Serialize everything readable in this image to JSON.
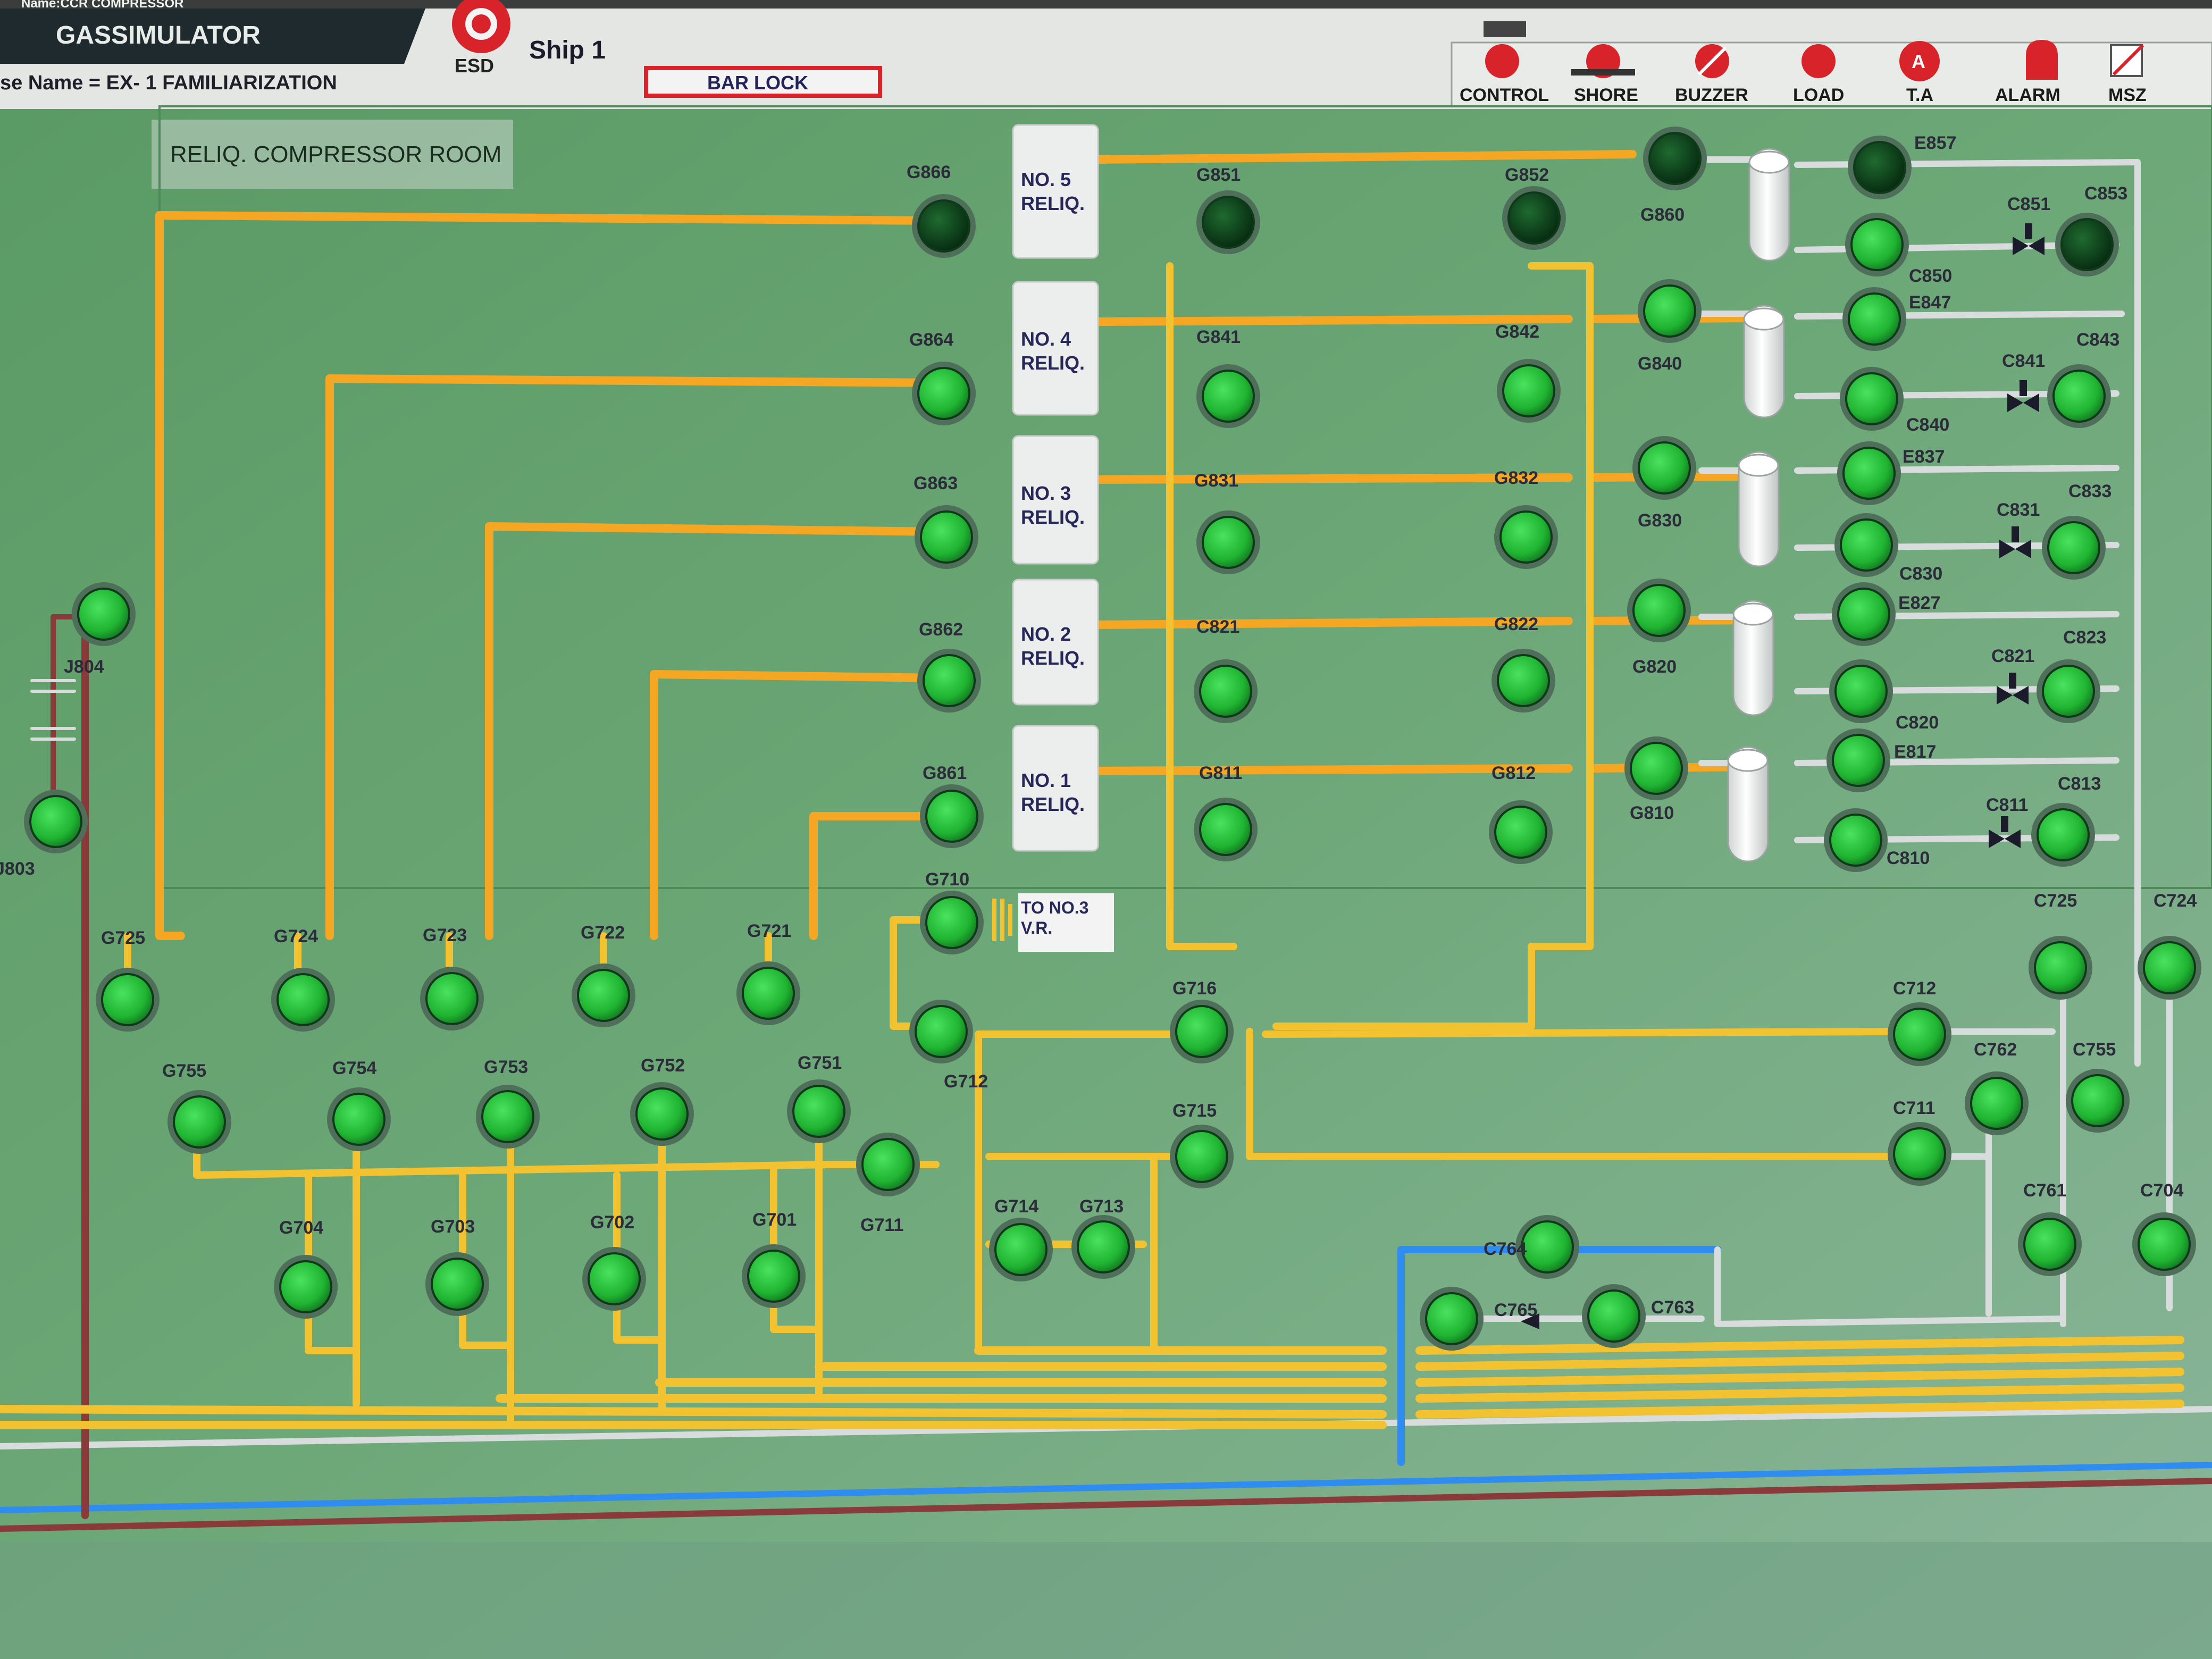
{
  "header": {
    "window_title": "Name:CCR COMPRESSOR",
    "app_title": "GASSIMULATOR",
    "esd_label": "ESD",
    "ship_label": "Ship 1",
    "exercise_name": "se Name = EX- 1 FAMILIARIZATION",
    "bar_lock_label": "BAR LOCK",
    "toolbar": [
      {
        "id": "control",
        "label": "CONTROL"
      },
      {
        "id": "shore",
        "label": "SHORE"
      },
      {
        "id": "buzzer",
        "label": "BUZZER"
      },
      {
        "id": "load",
        "label": "LOAD"
      },
      {
        "id": "ta",
        "label": "T.A"
      },
      {
        "id": "alarm",
        "label": "ALARM"
      },
      {
        "id": "msz",
        "label": "MSZ"
      }
    ]
  },
  "panel": {
    "room_title": "RELIQ. COMPRESSOR ROOM",
    "to_vr_note": "TO NO.3 V.R.",
    "relique_units": [
      {
        "line1": "NO. 5",
        "line2": "RELIQ."
      },
      {
        "line1": "NO. 4",
        "line2": "RELIQ."
      },
      {
        "line1": "NO. 3",
        "line2": "RELIQ."
      },
      {
        "line1": "NO. 2",
        "line2": "RELIQ."
      },
      {
        "line1": "NO. 1",
        "line2": "RELIQ."
      }
    ],
    "valves": [
      {
        "id": "J804",
        "color": "green"
      },
      {
        "id": "J803",
        "color": "green"
      },
      {
        "id": "G866",
        "color": "dark"
      },
      {
        "id": "G864",
        "color": "green"
      },
      {
        "id": "G863",
        "color": "green"
      },
      {
        "id": "G862",
        "color": "green"
      },
      {
        "id": "G861",
        "color": "green"
      },
      {
        "id": "G851",
        "color": "dark"
      },
      {
        "id": "G852",
        "color": "dark"
      },
      {
        "id": "G841",
        "color": "green"
      },
      {
        "id": "G842",
        "color": "green"
      },
      {
        "id": "G831",
        "color": "green"
      },
      {
        "id": "G832",
        "color": "green"
      },
      {
        "id": "C821",
        "color": "green"
      },
      {
        "id": "G822",
        "color": "green"
      },
      {
        "id": "G811",
        "color": "green"
      },
      {
        "id": "G812",
        "color": "green"
      },
      {
        "id": "G860",
        "color": "dark"
      },
      {
        "id": "G840",
        "color": "green"
      },
      {
        "id": "G830",
        "color": "green"
      },
      {
        "id": "G820",
        "color": "green"
      },
      {
        "id": "G810",
        "color": "green"
      },
      {
        "id": "E857",
        "color": "dark"
      },
      {
        "id": "C850",
        "color": "green"
      },
      {
        "id": "E847",
        "color": "green"
      },
      {
        "id": "C840",
        "color": "green"
      },
      {
        "id": "E837",
        "color": "green"
      },
      {
        "id": "C830",
        "color": "green"
      },
      {
        "id": "E827",
        "color": "green"
      },
      {
        "id": "C820",
        "color": "green"
      },
      {
        "id": "E817",
        "color": "green"
      },
      {
        "id": "C810",
        "color": "green"
      },
      {
        "id": "C853",
        "color": "dark"
      },
      {
        "id": "C843",
        "color": "green"
      },
      {
        "id": "C833",
        "color": "green"
      },
      {
        "id": "C823",
        "color": "green"
      },
      {
        "id": "C813",
        "color": "green"
      },
      {
        "id": "G710",
        "color": "green"
      },
      {
        "id": "G712",
        "color": "green"
      },
      {
        "id": "G725",
        "color": "green"
      },
      {
        "id": "G724",
        "color": "green"
      },
      {
        "id": "G723",
        "color": "green"
      },
      {
        "id": "G722",
        "color": "green"
      },
      {
        "id": "G721",
        "color": "green"
      },
      {
        "id": "G755",
        "color": "green"
      },
      {
        "id": "G754",
        "color": "green"
      },
      {
        "id": "G753",
        "color": "green"
      },
      {
        "id": "G752",
        "color": "green"
      },
      {
        "id": "G751",
        "color": "green"
      },
      {
        "id": "G711",
        "color": "green"
      },
      {
        "id": "G704",
        "color": "green"
      },
      {
        "id": "G703",
        "color": "green"
      },
      {
        "id": "G702",
        "color": "green"
      },
      {
        "id": "G701",
        "color": "green"
      },
      {
        "id": "G716",
        "color": "green"
      },
      {
        "id": "G715",
        "color": "green"
      },
      {
        "id": "G714",
        "color": "green"
      },
      {
        "id": "G713",
        "color": "green"
      },
      {
        "id": "C712",
        "color": "green"
      },
      {
        "id": "C711",
        "color": "green"
      },
      {
        "id": "C762",
        "color": "green"
      },
      {
        "id": "C755",
        "color": "green"
      },
      {
        "id": "C725",
        "color": "green"
      },
      {
        "id": "C724",
        "color": "green"
      },
      {
        "id": "C761",
        "color": "green"
      },
      {
        "id": "C704",
        "color": "green"
      },
      {
        "id": "C764",
        "color": "green"
      },
      {
        "id": "C765",
        "color": "green"
      },
      {
        "id": "C763",
        "color": "green"
      }
    ],
    "control_valves": [
      "C851",
      "C841",
      "C831",
      "C821",
      "C811"
    ],
    "colors": {
      "background": "#5f9a6a",
      "header": "#e3e6e2",
      "pipe_orange": "#f5a623",
      "pipe_yellow": "#f2c230",
      "pipe_white": "#d8dcdc",
      "pipe_blue": "#2f8cf0",
      "pipe_brown": "#8a3a3a",
      "valve_open": "#23c13a",
      "valve_closed": "#0c4a1c",
      "alarm_red": "#d8232a"
    }
  }
}
